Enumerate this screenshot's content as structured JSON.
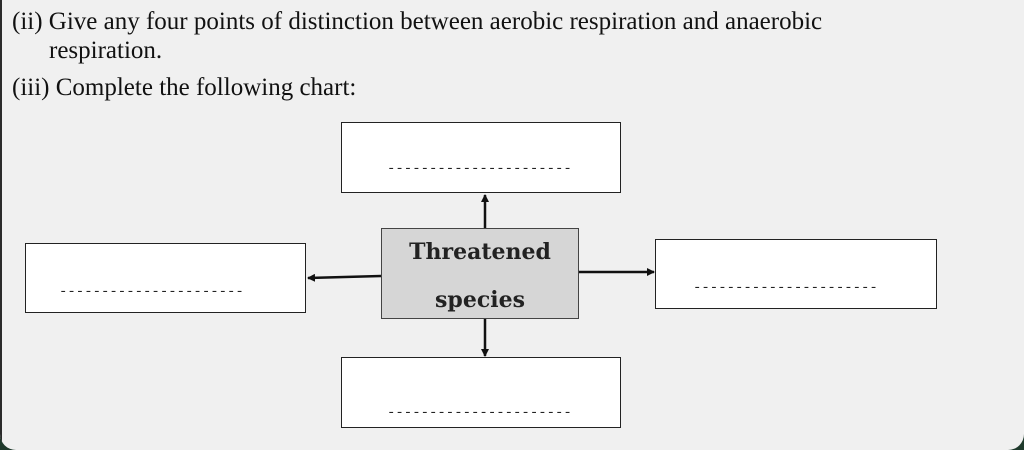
{
  "question_ii": {
    "line1": "(ii) Give any four points of distinction between aerobic respiration and anaerobic",
    "line2": "respiration."
  },
  "question_iii": {
    "line": "(iii) Complete the following chart:"
  },
  "chart": {
    "center_word1": "Threatened",
    "center_word2": "species",
    "blank": "----------------------"
  }
}
